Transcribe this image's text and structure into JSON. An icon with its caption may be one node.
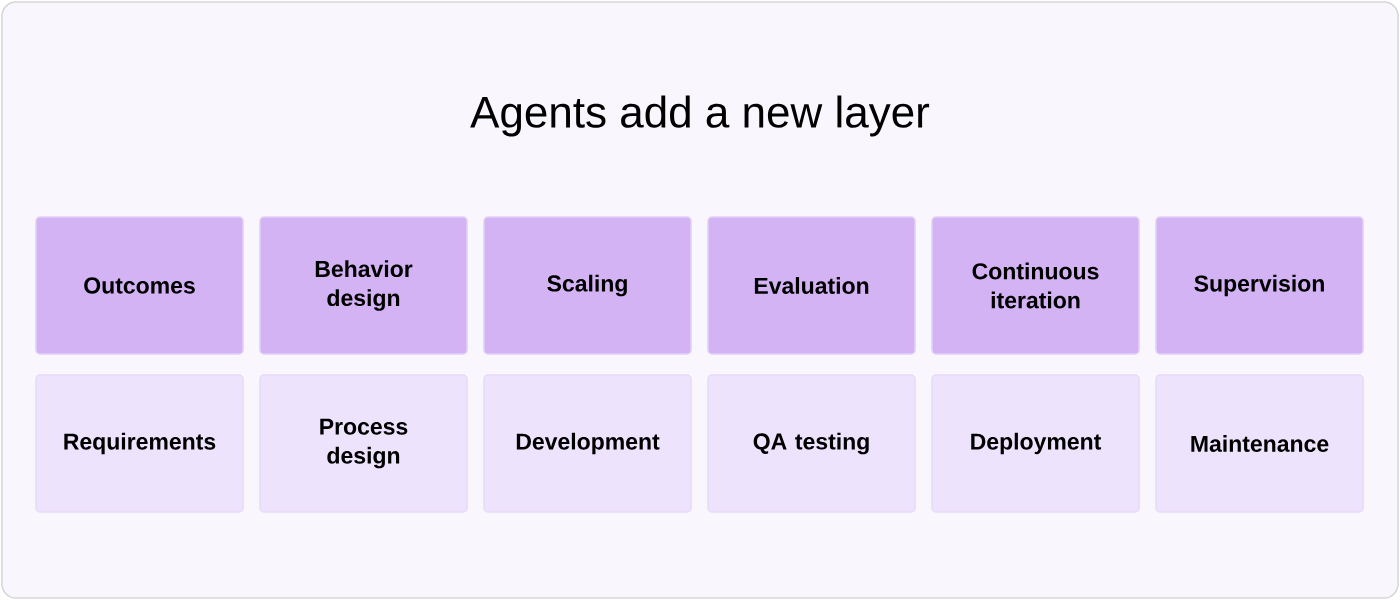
{
  "diagram": {
    "title": "Agents add a new layer",
    "nodes": [
      {
        "text": [
          "Outcomes"
        ]
      },
      {
        "text": [
          "Behavior design"
        ]
      },
      {
        "text": [
          "Scaling"
        ]
      },
      {
        "text": [
          "Evaluation"
        ]
      },
      {
        "text": [
          "Continuous iteration"
        ]
      },
      {
        "text": [
          "Supervision"
        ]
      },
      {
        "text": [
          "Requirements"
        ]
      },
      {
        "text": [
          "Process design"
        ]
      },
      {
        "text": [
          "Development"
        ]
      },
      {
        "text": [
          "QA testing"
        ]
      },
      {
        "text": [
          "Deployment"
        ]
      },
      {
        "text": [
          "Maintenance"
        ]
      }
    ]
  }
}
